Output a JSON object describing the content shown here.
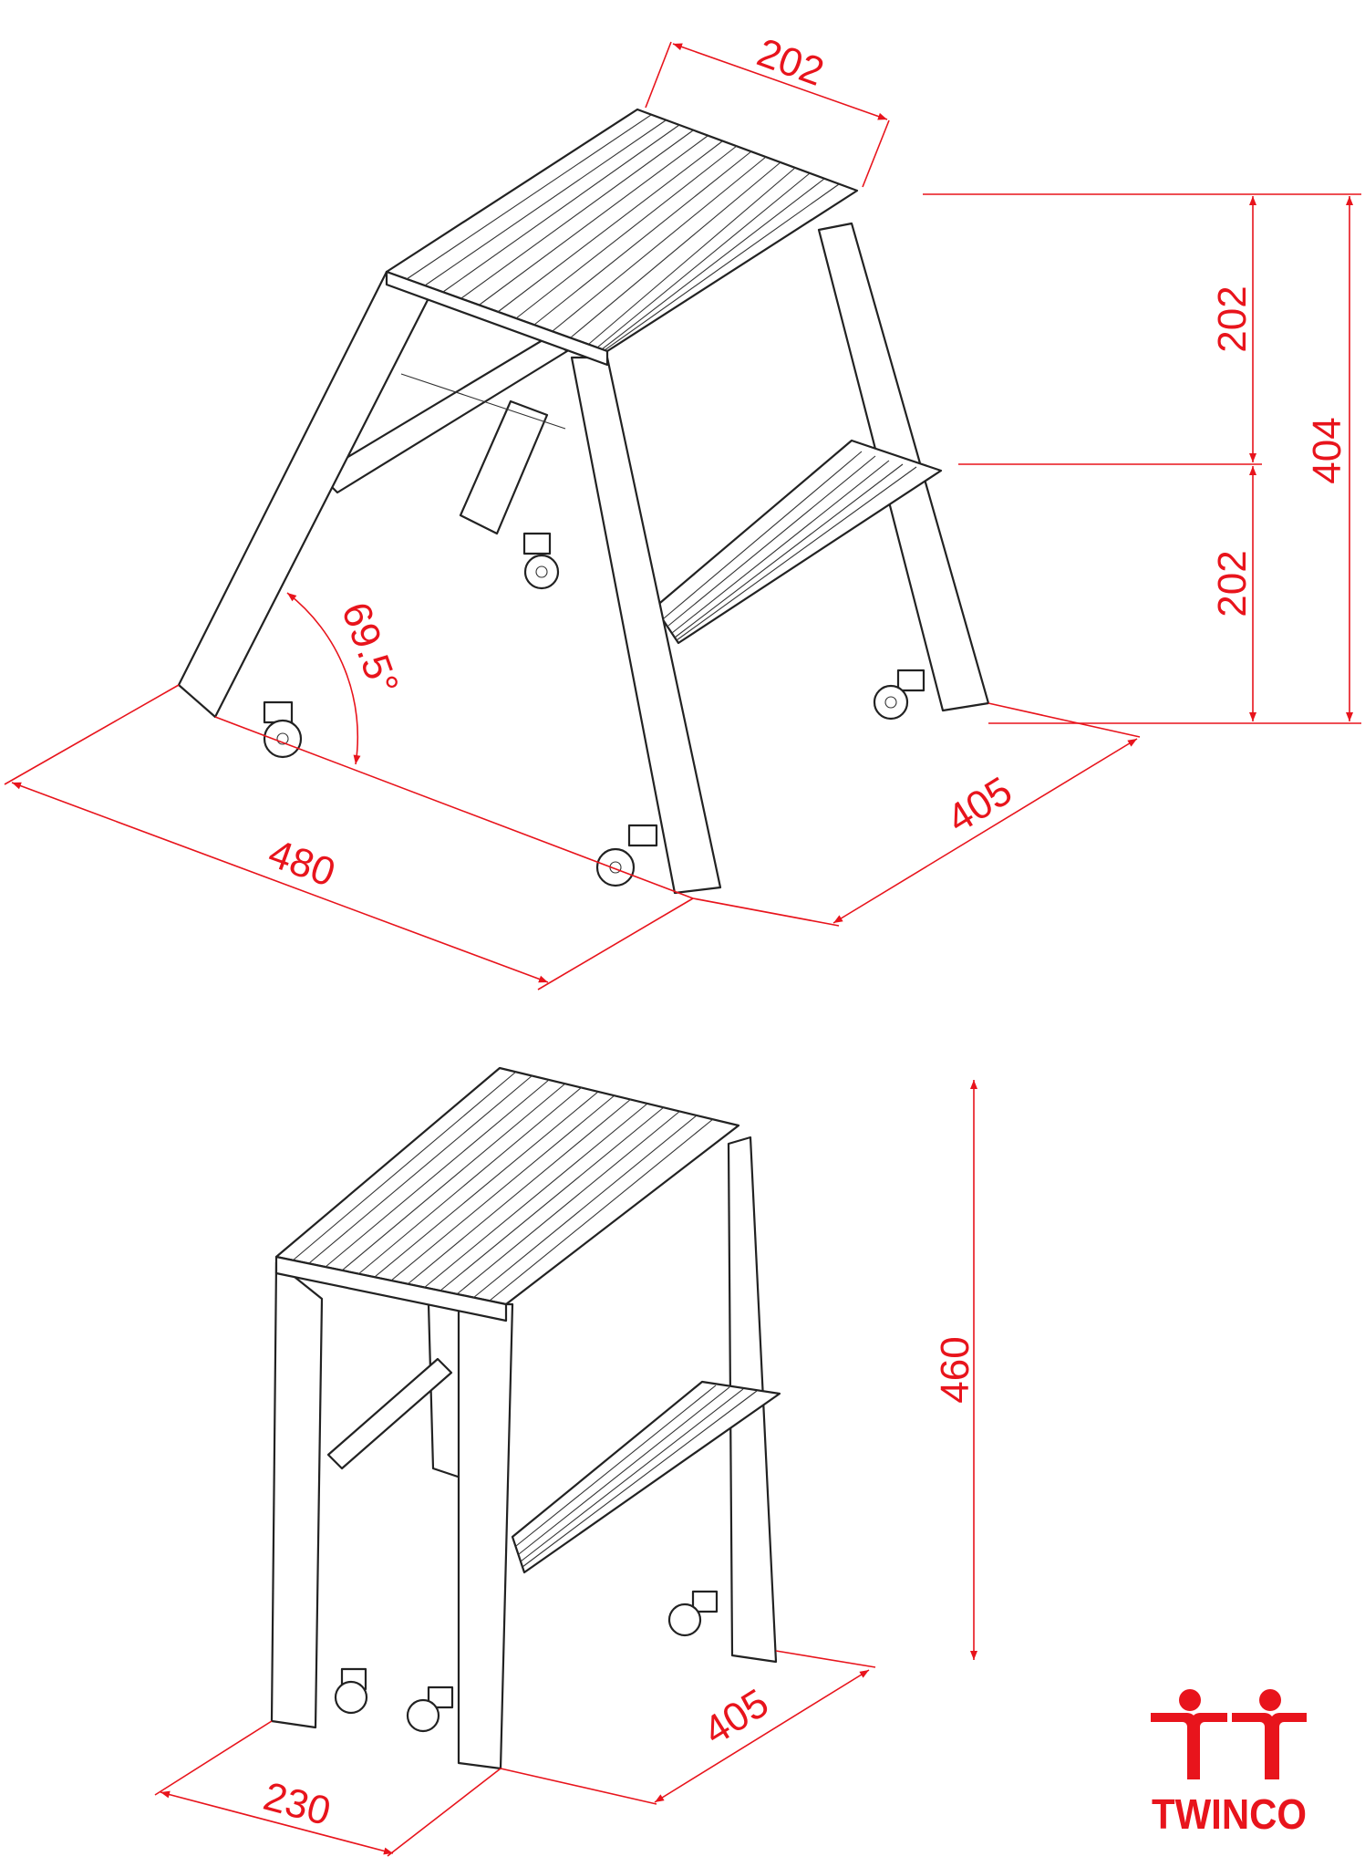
{
  "title": "Twinco step ladder dimension drawing",
  "colors": {
    "dimension": "#e8141c",
    "line": "#222222",
    "brand": "#e8141c"
  },
  "open_view": {
    "platform_width": "202",
    "upper_step_height": "202",
    "lower_step_height": "202",
    "total_height": "404",
    "base_length": "480",
    "base_width": "405",
    "leg_angle": "69.5°"
  },
  "folded_view": {
    "folded_height": "460",
    "width": "405",
    "depth": "230"
  },
  "logo": {
    "text": "TWINCO"
  }
}
